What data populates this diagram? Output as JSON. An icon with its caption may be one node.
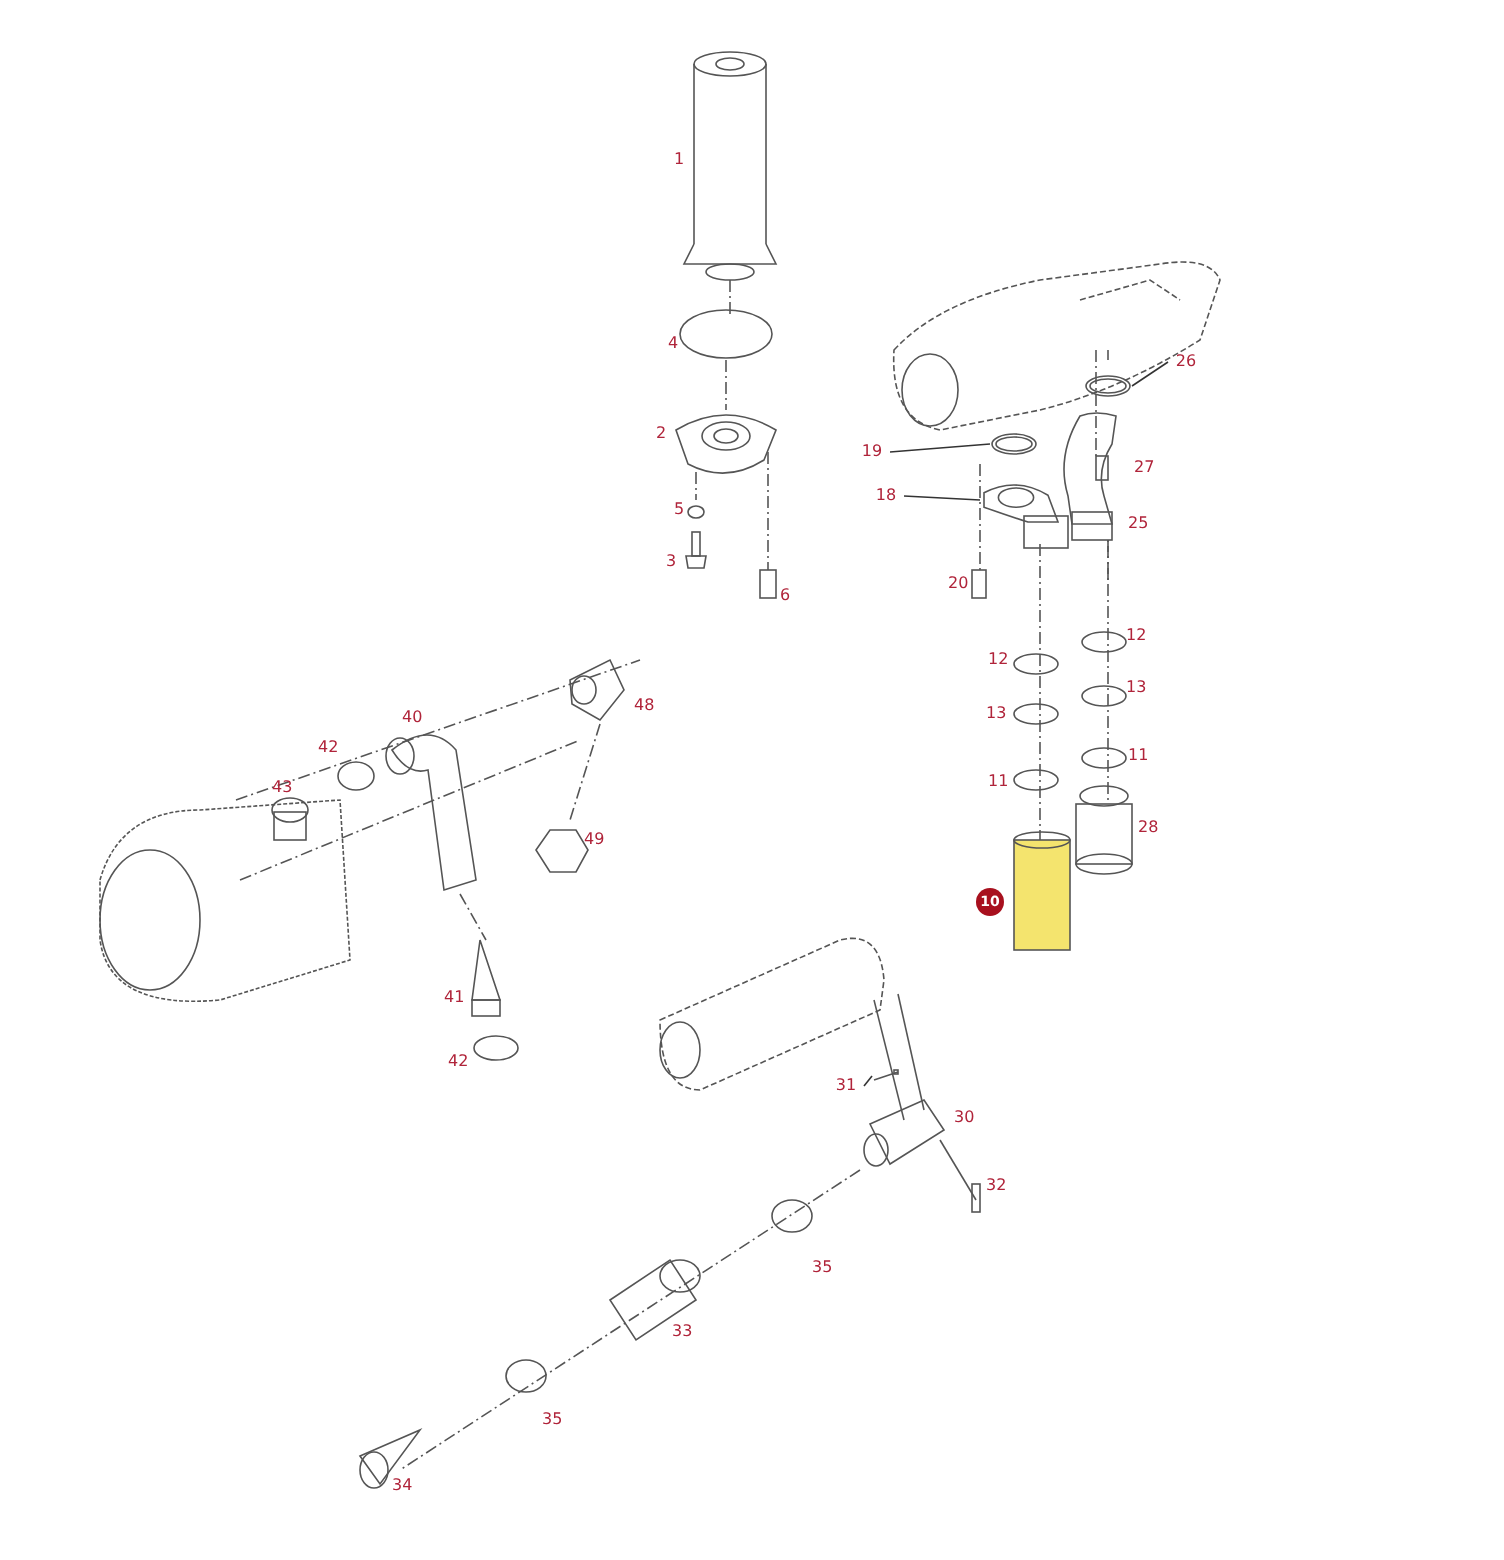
{
  "diagram": {
    "nodes": [
      {
        "text": [
          "19"
        ]
      },
      {
        "text": [],
        "shape": "circle"
      },
      {
        "text": [
          "18"
        ]
      },
      {
        "text": [],
        "shape": "picture"
      },
      {
        "text": [
          "26"
        ]
      },
      {
        "text": [],
        "shape": "circle"
      },
      {
        "text": [
          "31"
        ]
      },
      {
        "text": [],
        "shape": "bar"
      }
    ],
    "edges": [
      {
        "from": 0,
        "to": 1,
        "arrow": "none"
      },
      {
        "from": 2,
        "to": 3,
        "arrow": "none"
      },
      {
        "from": 4,
        "to": 5,
        "arrow": "none"
      },
      {
        "from": 6,
        "to": 7,
        "arrow": "none"
      }
    ],
    "labels": [
      "1",
      "4",
      "2",
      "27",
      "5",
      "25",
      "3",
      "6",
      "20",
      "12",
      "12",
      "48",
      "40",
      "13",
      "13",
      "42",
      "43",
      "11",
      "11",
      "28",
      "49",
      "10",
      "41",
      "42",
      "30",
      "32",
      "35",
      "33",
      "35",
      "34"
    ]
  }
}
